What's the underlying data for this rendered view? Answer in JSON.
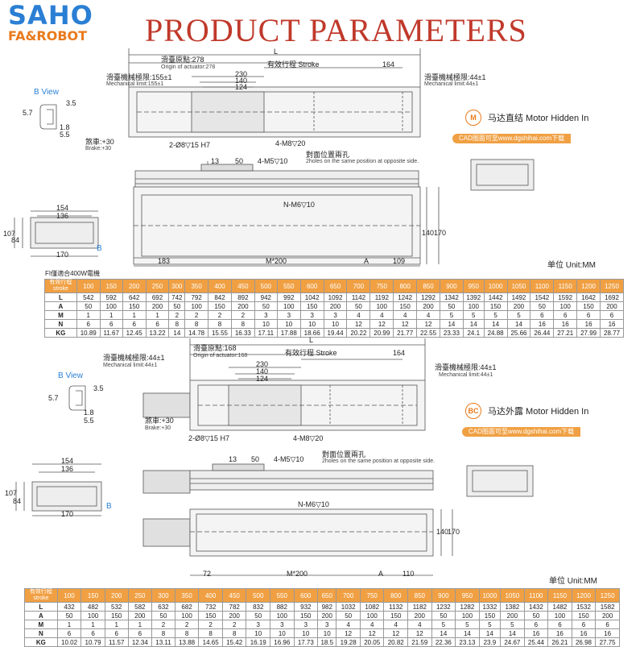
{
  "logo": {
    "brand": "SAHO",
    "sub": "FA&ROBOT"
  },
  "title": "PRODUCT PARAMETERS",
  "section1": {
    "badge": "M",
    "badge_text": "马达直结  Motor Hidden In",
    "cad": "CAD图面可至www.dgshihai.com下载",
    "dims": {
      "L": "L",
      "origin_cn": "滑臺原點:278",
      "origin_en": "Origin of actuator:278",
      "stroke": "有效行程  Stroke",
      "v164": "164",
      "mech_cn": "滑臺機械極限:155±1",
      "mech_en": "Mechanical limit:155±1",
      "mech2_cn": "滑臺機械極限:44±1",
      "mech2_en": "Mechanical limit:44±1",
      "v230": "230",
      "v140": "140",
      "v124": "124",
      "bview": "B View",
      "v35": "3.5",
      "v57": "5.7",
      "v18": "1.8",
      "v55": "5.5",
      "brake_cn": "煞車:+30",
      "brake_en": "Brake:+30",
      "holes1": "2-Ø8▽15 H7",
      "holes2": "4-M8▽20",
      "opp_cn": "對面位置兩孔",
      "opp_en": "2holes on the same position at opposite side.",
      "v13": "13",
      "v50": "50",
      "m5": "4-M5▽10",
      "v154": "154",
      "v136": "136",
      "v107": "107",
      "v84": "84",
      "v170": "170",
      "B": "B",
      "nm6": "N-M6▽10",
      "v183": "183",
      "m200": "M*200",
      "A": "A",
      "v109": "109",
      "v140b": "140",
      "v170b": "170"
    },
    "unit": "单位 Unit:MM",
    "note": "FI僅適合400W電機",
    "table": {
      "head_cn": "有效行程",
      "head_en": "stroke",
      "strokes": [
        "100",
        "150",
        "200",
        "250",
        "300",
        "350",
        "400",
        "450",
        "500",
        "550",
        "600",
        "650",
        "700",
        "750",
        "800",
        "850",
        "900",
        "950",
        "1000",
        "1050",
        "1100",
        "1150",
        "1200",
        "1250"
      ],
      "rows": [
        {
          "label": "L",
          "values": [
            "542",
            "592",
            "642",
            "692",
            "742",
            "792",
            "842",
            "892",
            "942",
            "992",
            "1042",
            "1092",
            "1142",
            "1192",
            "1242",
            "1292",
            "1342",
            "1392",
            "1442",
            "1492",
            "1542",
            "1592",
            "1642",
            "1692"
          ]
        },
        {
          "label": "A",
          "values": [
            "50",
            "100",
            "150",
            "200",
            "50",
            "100",
            "150",
            "200",
            "50",
            "100",
            "150",
            "200",
            "50",
            "100",
            "150",
            "200",
            "50",
            "100",
            "150",
            "200",
            "50",
            "100",
            "150",
            "200"
          ]
        },
        {
          "label": "M",
          "values": [
            "1",
            "1",
            "1",
            "1",
            "2",
            "2",
            "2",
            "2",
            "3",
            "3",
            "3",
            "3",
            "4",
            "4",
            "4",
            "4",
            "5",
            "5",
            "5",
            "5",
            "6",
            "6",
            "6",
            "6"
          ]
        },
        {
          "label": "N",
          "values": [
            "6",
            "6",
            "6",
            "6",
            "8",
            "8",
            "8",
            "8",
            "10",
            "10",
            "10",
            "10",
            "12",
            "12",
            "12",
            "12",
            "14",
            "14",
            "14",
            "14",
            "16",
            "16",
            "16",
            "16"
          ]
        },
        {
          "label": "KG",
          "values": [
            "10.89",
            "11.67",
            "12.45",
            "13.22",
            "14",
            "14.78",
            "15.55",
            "16.33",
            "17.11",
            "17.88",
            "18.66",
            "19.44",
            "20.22",
            "20.99",
            "21.77",
            "22.55",
            "23.33",
            "24.1",
            "24.88",
            "25.66",
            "26.44",
            "27.21",
            "27.99",
            "28.77"
          ]
        }
      ]
    }
  },
  "section2": {
    "badge": "BC",
    "badge_text": "马达外露  Motor Hidden In",
    "cad": "CAD图面可至www.dgshihai.com下载",
    "dims": {
      "L": "L",
      "origin_cn": "滑臺原點:168",
      "origin_en": "Origin of actuator:168",
      "stroke": "有效行程  Stroke",
      "v164": "164",
      "mech_cn": "滑臺機械極限:44±1",
      "mech_en": "Mechanical limit:44±1",
      "mech2_cn": "滑臺機械極限:44±1",
      "mech2_en": "Mechanical limit:44±1",
      "v230": "230",
      "v140": "140",
      "v124": "124",
      "bview": "B View",
      "v35": "3.5",
      "v57": "5.7",
      "v18": "1.8",
      "v55": "5.5",
      "brake_cn": "煞車:+30",
      "brake_en": "Brake:+30",
      "holes1": "2-Ø8▽15 H7",
      "holes2": "4-M8▽20",
      "opp_cn": "對面位置兩孔",
      "opp_en": "2holes on the same position at opposite side.",
      "v13": "13",
      "v50": "50",
      "m5": "4-M5▽10",
      "v154": "154",
      "v136": "136",
      "v107": "107",
      "v84": "84",
      "v170": "170",
      "B": "B",
      "nm6": "N-M6▽10",
      "v72": "72",
      "m200": "M*200",
      "A": "A",
      "v110": "110",
      "v140b": "140",
      "v170b": "170"
    },
    "unit": "单位 Unit:MM",
    "table": {
      "head_cn": "有效行程",
      "head_en": "stroke",
      "strokes": [
        "100",
        "150",
        "200",
        "250",
        "300",
        "350",
        "400",
        "450",
        "500",
        "550",
        "600",
        "650",
        "700",
        "750",
        "800",
        "850",
        "900",
        "950",
        "1000",
        "1050",
        "1100",
        "1150",
        "1200",
        "1250"
      ],
      "rows": [
        {
          "label": "L",
          "values": [
            "432",
            "482",
            "532",
            "582",
            "632",
            "682",
            "732",
            "782",
            "832",
            "882",
            "932",
            "982",
            "1032",
            "1082",
            "1132",
            "1182",
            "1232",
            "1282",
            "1332",
            "1382",
            "1432",
            "1482",
            "1532",
            "1582"
          ]
        },
        {
          "label": "A",
          "values": [
            "50",
            "100",
            "150",
            "200",
            "50",
            "100",
            "150",
            "200",
            "50",
            "100",
            "150",
            "200",
            "50",
            "100",
            "150",
            "200",
            "50",
            "100",
            "150",
            "200",
            "50",
            "100",
            "150",
            "200"
          ]
        },
        {
          "label": "M",
          "values": [
            "1",
            "1",
            "1",
            "1",
            "2",
            "2",
            "2",
            "2",
            "3",
            "3",
            "3",
            "3",
            "4",
            "4",
            "4",
            "4",
            "5",
            "5",
            "5",
            "5",
            "6",
            "6",
            "6",
            "6"
          ]
        },
        {
          "label": "N",
          "values": [
            "6",
            "6",
            "6",
            "6",
            "8",
            "8",
            "8",
            "8",
            "10",
            "10",
            "10",
            "10",
            "12",
            "12",
            "12",
            "12",
            "14",
            "14",
            "14",
            "14",
            "16",
            "16",
            "16",
            "16"
          ]
        },
        {
          "label": "KG",
          "values": [
            "10.02",
            "10.79",
            "11.57",
            "12.34",
            "13.11",
            "13.88",
            "14.65",
            "15.42",
            "16.19",
            "16.96",
            "17.73",
            "18.5",
            "19.28",
            "20.05",
            "20.82",
            "21.59",
            "22.36",
            "23.13",
            "23.9",
            "24.67",
            "25.44",
            "26.21",
            "26.98",
            "27.75"
          ]
        }
      ]
    }
  }
}
